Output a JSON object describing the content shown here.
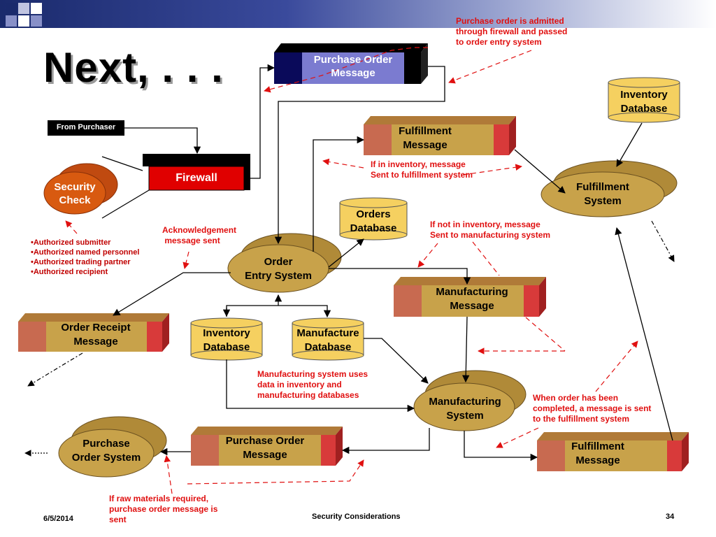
{
  "slide": {
    "title": "Next, . . .",
    "footer_date": "6/5/2014",
    "footer_center": "Security Considerations",
    "footer_page": "34"
  },
  "nodes": {
    "from_purchaser": "From Purchaser",
    "firewall": "Firewall",
    "security_check": [
      "Security",
      "Check"
    ],
    "po_message_top": [
      "Purchase Order",
      "Message"
    ],
    "fulfillment_msg_top": [
      "Fulfillment",
      "Message"
    ],
    "inventory_db_right": [
      "Inventory",
      "Database"
    ],
    "fulfillment_system": [
      "Fulfillment",
      "System"
    ],
    "orders_db": [
      "Orders",
      "Database"
    ],
    "order_entry": [
      "Order",
      "Entry System"
    ],
    "manufacturing_msg": [
      "Manufacturing",
      "Message"
    ],
    "order_receipt": [
      "Order Receipt",
      "Message"
    ],
    "inventory_db_mid": [
      "Inventory",
      "Database"
    ],
    "manufacture_db": [
      "Manufacture",
      "Database"
    ],
    "manufacturing_system": [
      "Manufacturing",
      "System"
    ],
    "purchase_order_system": [
      "Purchase",
      "Order System"
    ],
    "po_message_bottom": [
      "Purchase Order",
      "Message"
    ],
    "fulfillment_msg_bottom": [
      "Fulfillment",
      "Message"
    ]
  },
  "notes": {
    "admitted": [
      "Purchase order is admitted",
      "through firewall and passed",
      "to order entry system"
    ],
    "in_inventory": [
      "If in inventory, message",
      "Sent to fulfillment system"
    ],
    "not_in_inventory": [
      "If not  in inventory, message",
      "Sent to manufacturing system"
    ],
    "ack": [
      "Acknowledgement",
      " message sent"
    ],
    "mfg_uses": [
      "Manufacturing system uses",
      "data in inventory and",
      "manufacturing databases"
    ],
    "completed": [
      "When order has been",
      "completed, a message is sent",
      "to the fulfillment system"
    ],
    "raw_materials": [
      "If raw materials required,",
      "purchase order message is",
      "sent"
    ]
  },
  "security_bullets": [
    "•Authorized submitter",
    "•Authorized named personnel",
    "•Authorized trading partner",
    "•Authorized recipient"
  ],
  "colors": {
    "blue_dark": "#0a0a5a",
    "blue_light": "#7b7bd0",
    "msg_tan": "#c8a24a",
    "msg_left": "#c86a50",
    "msg_right": "#d83a3a",
    "ellipse": "#c8a24a",
    "db": "#f5d060",
    "firewall": "#e00000",
    "security": "#d85a10",
    "note_red": "#e01010"
  }
}
